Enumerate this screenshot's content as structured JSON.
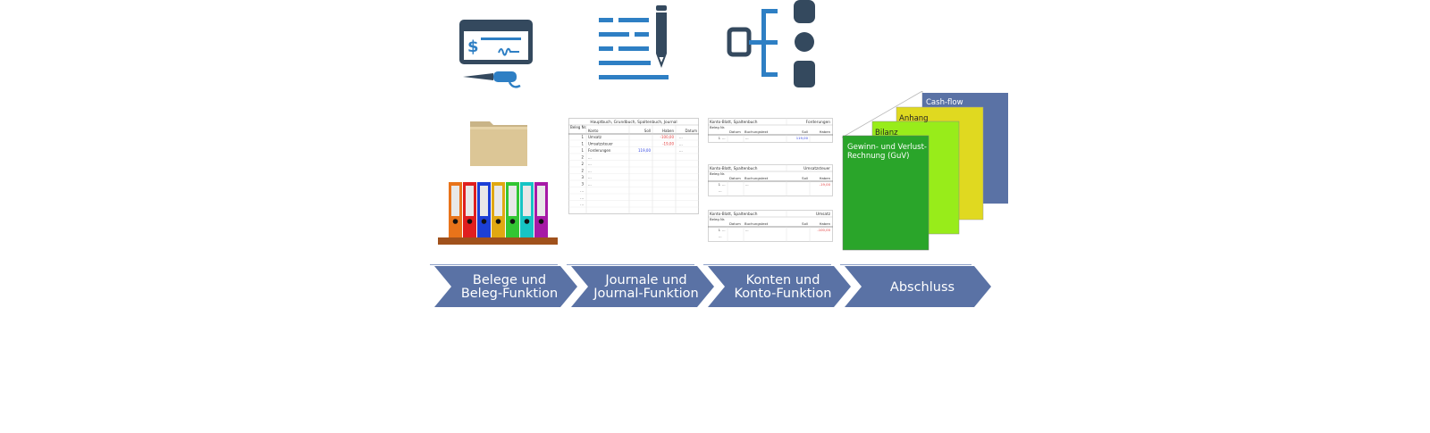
{
  "colors": {
    "navy": "#34495e",
    "blue": "#2e7fc4",
    "arrow": "#5a72a5",
    "cashflow": "#5a72a5",
    "anhang": "#e0d920",
    "bilanz": "#98ec1a",
    "guv": "#2aa52a"
  },
  "icons": {
    "receipt": "check-receipt-pen-icon",
    "journal": "journal-lines-pen-icon",
    "accounts": "account-tree-icon",
    "folder": "folder-icon",
    "binders": "binders-shelf-icon"
  },
  "journal": {
    "title": "Hauptbuch, Grundbuch, Spaltenbuch, Journal",
    "col_belegnr": "Beleg Nr.",
    "col_konto": "Konto",
    "col_soll": "Soll",
    "col_haben": "Haben",
    "col_datum": "Datum",
    "rows": [
      {
        "nr": "1",
        "konto": "Umsatz",
        "soll": "",
        "haben": "-100,00",
        "datum": "..."
      },
      {
        "nr": "1",
        "konto": "Umsatzsteuer",
        "soll": "",
        "haben": "-19,00",
        "datum": "..."
      },
      {
        "nr": "1",
        "konto": "Forderungen",
        "soll": "119,00",
        "haben": "",
        "datum": "..."
      },
      {
        "nr": "2",
        "konto": "...",
        "soll": "",
        "haben": "",
        "datum": ""
      },
      {
        "nr": "2",
        "konto": "...",
        "soll": "",
        "haben": "",
        "datum": ""
      },
      {
        "nr": "2",
        "konto": "...",
        "soll": "",
        "haben": "",
        "datum": ""
      },
      {
        "nr": "3",
        "konto": "...",
        "soll": "",
        "haben": "",
        "datum": ""
      },
      {
        "nr": "3",
        "konto": "...",
        "soll": "",
        "haben": "",
        "datum": ""
      },
      {
        "nr": "...",
        "konto": "",
        "soll": "",
        "haben": "",
        "datum": ""
      },
      {
        "nr": "...",
        "konto": "",
        "soll": "",
        "haben": "",
        "datum": ""
      },
      {
        "nr": "...",
        "konto": "",
        "soll": "",
        "haben": "",
        "datum": ""
      }
    ]
  },
  "accounts": {
    "sheet_title": "Konto-Blatt, Spaltenbuch",
    "col_belegnr": "Beleg Nr.",
    "col_datum": "Datum",
    "col_text": "Buchungstext",
    "col_soll": "Soll",
    "col_haben": "Haben",
    "sheets": [
      {
        "account": "Forderungen",
        "nr": "1",
        "datum": "...",
        "text": "...",
        "soll": "119,00",
        "haben": ""
      },
      {
        "account": "Umsatzsteuer",
        "nr": "1",
        "datum": "...",
        "text": "...",
        "soll": "",
        "haben": "-19,00"
      },
      {
        "account": "Umsatz",
        "nr": "1",
        "datum": "...",
        "text": "...",
        "soll": "",
        "haben": "-100,00"
      }
    ]
  },
  "statements": {
    "cashflow": "Cash-flow",
    "anhang": "Anhang",
    "bilanz": "Bilanz",
    "guv": "Gewinn- und Verlust-Rechnung (GuV)"
  },
  "steps": [
    {
      "label_line1": "Belege und",
      "label_line2": "Beleg-Funktion"
    },
    {
      "label_line1": "Journale und",
      "label_line2": "Journal-Funktion"
    },
    {
      "label_line1": "Konten und",
      "label_line2": "Konto-Funktion"
    },
    {
      "label_line1": "Abschluss",
      "label_line2": ""
    }
  ]
}
